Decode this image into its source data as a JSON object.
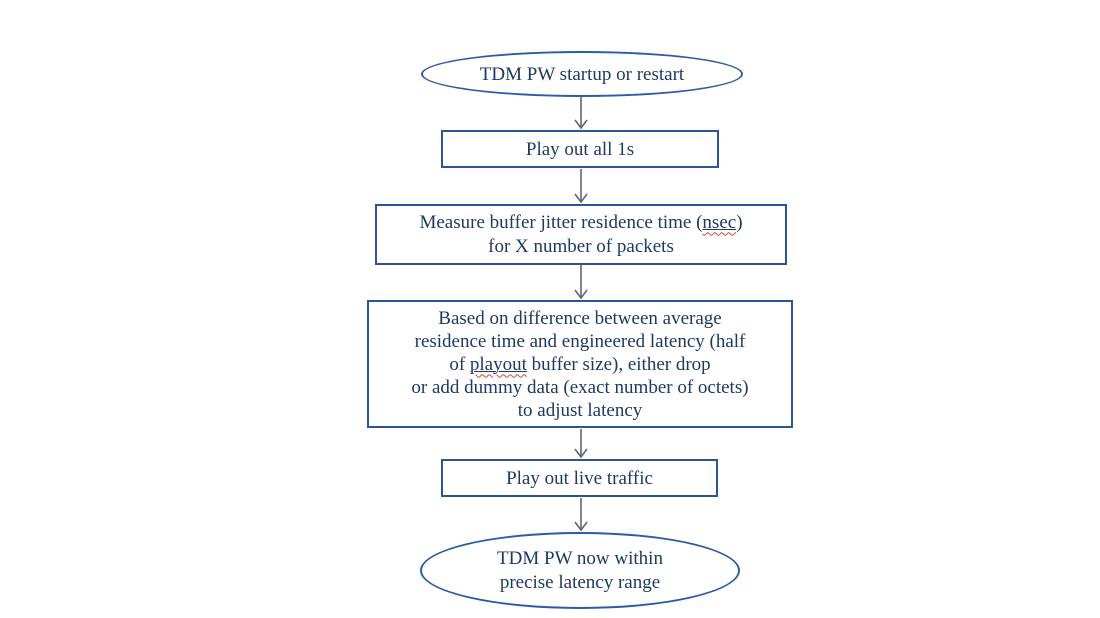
{
  "diagram": {
    "type": "flowchart",
    "direction": "top-down",
    "nodes": {
      "start": {
        "shape": "ellipse",
        "label": "TDM PW startup or restart"
      },
      "play_all_1s": {
        "shape": "rect",
        "label": "Play out all 1s"
      },
      "measure": {
        "shape": "rect",
        "line1_pre": "Measure buffer jitter residence time (",
        "line1_word": "nsec",
        "line1_post": ")",
        "line2": "for X number of packets"
      },
      "adjust": {
        "shape": "rect",
        "line1": "Based on difference between average",
        "line2": "residence time and engineered latency (half",
        "line3_pre": "of ",
        "line3_word": "playout",
        "line3_post": " buffer size), either drop",
        "line4": "or add dummy data (exact number of octets)",
        "line5": "to adjust latency"
      },
      "play_live": {
        "shape": "rect",
        "label": "Play out live traffic"
      },
      "end": {
        "shape": "ellipse",
        "line1": "TDM PW now within",
        "line2": "precise latency range"
      }
    },
    "edges": [
      {
        "from": "start",
        "to": "play_all_1s"
      },
      {
        "from": "play_all_1s",
        "to": "measure"
      },
      {
        "from": "measure",
        "to": "adjust"
      },
      {
        "from": "adjust",
        "to": "play_live"
      },
      {
        "from": "play_live",
        "to": "end"
      }
    ],
    "colors": {
      "rect_border": "#2f5496",
      "ellipse_border": "#2e5aa6",
      "text": "#1f3864",
      "arrow": "#63676e",
      "spellcheck_squiggle": "#d0493d",
      "background": "#ffffff"
    }
  }
}
